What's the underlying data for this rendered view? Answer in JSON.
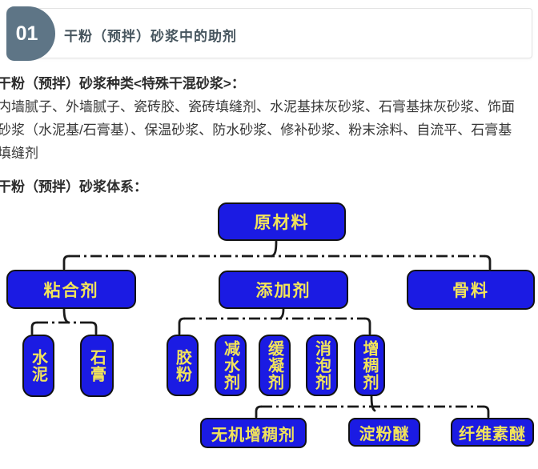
{
  "colors": {
    "badge_bg": "#5e7586",
    "title_color": "#47565f",
    "box_fill": "#1b1be3",
    "box_text": "#f2e45a",
    "connector": "#1a1a1a"
  },
  "header": {
    "badge": "01",
    "title": "干粉（预拌）砂浆中的助剂"
  },
  "intro": {
    "heading": "干粉（预拌）砂浆种类<特殊干混砂浆>：",
    "lines": [
      "内墙腻子、外墙腻子、瓷砖胶、瓷砖填缝剂、水泥基抹灰砂浆、石膏基抹灰砂浆、饰面",
      "砂浆（水泥基/石膏基）、保温砂浆、防水砂浆、修补砂浆、粉末涂料、自流平、石膏基",
      "填缝剂"
    ]
  },
  "system": {
    "heading": "干粉（预拌）砂浆体系："
  },
  "diagram": {
    "root": "原材料",
    "binder": "粘合剂",
    "additive": "添加剂",
    "aggregate": "骨料",
    "cement": "水泥",
    "gypsum": "石膏",
    "polymer_powder": "胶粉",
    "water_reducer": "减水剂",
    "retarder": "缓凝剂",
    "defoamer": "消泡剂",
    "thickener": "增稠剂",
    "inorganic_thickener": "无机增稠剂",
    "starch_ether": "淀粉醚",
    "cellulose_ether": "纤维素醚"
  }
}
